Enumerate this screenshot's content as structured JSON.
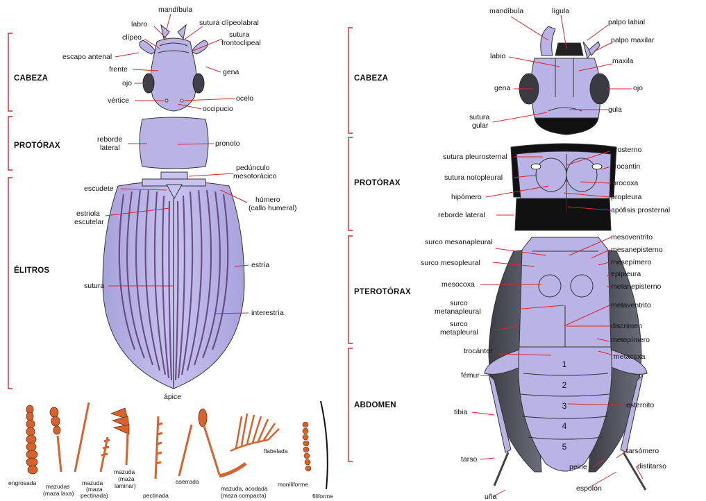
{
  "left": {
    "sections": {
      "cabeza": "CABEZA",
      "protorax": "PROTÓRAX",
      "elitros": "ÉLITROS"
    },
    "labels": {
      "mandibula": "mandíbula",
      "labro": "labro",
      "sutura_clipeolabral": "sutura clípeolabral",
      "clipeo": "clípeo",
      "sutura_frontoclipeal_1": "sutura",
      "sutura_frontoclipeal_2": "frontoclipeal",
      "escapo_antenal": "escapo antenal",
      "frente": "frente",
      "gena": "gena",
      "ojo": "ojo",
      "ocelo": "ocelo",
      "vertice": "vértice",
      "occipucio": "occipucio",
      "reborde_1": "reborde",
      "reborde_2": "lateral",
      "pronoto": "pronoto",
      "pedunculo_1": "pedúnculo",
      "pedunculo_2": "mesotorácico",
      "escudete": "escudete",
      "humero_1": "húmero",
      "humero_2": "(callo humeral)",
      "estriola_1": "estriola",
      "estriola_2": "escutelar",
      "estria": "estría",
      "sutura": "sutura",
      "interestria": "interestría",
      "apice": "ápice"
    }
  },
  "antennae": {
    "labels": {
      "engrosada": "engrosada",
      "mazudas_1": "mazudas",
      "mazudas_2": "(maza laxa)",
      "maza_pect_1": "mazuda",
      "maza_pect_2": "(maza",
      "maza_pect_3": "pectinada)",
      "maza_lam_1": "mazuda",
      "maza_lam_2": "(maza",
      "maza_lam_3": "laminar)",
      "pectinada": "pectinada",
      "aserrada": "aserrada",
      "acodada_1": "mazuda, acodada",
      "acodada_2": "(maza compacta)",
      "flabelada": "flabelada",
      "moniliforme": "moniliforme",
      "filiforme": "filiforme"
    }
  },
  "right": {
    "sections": {
      "cabeza": "CABEZA",
      "protorax": "PROTÓRAX",
      "pterotorax": "PTEROTÓRAX",
      "abdomen": "ABDOMEN"
    },
    "labels": {
      "mandibula": "mandíbula",
      "ligula": "lígula",
      "palpo_labial": "palpo labial",
      "palpo_maxilar": "palpo maxilar",
      "labio": "labio",
      "maxila": "maxila",
      "gena": "gena",
      "ojo": "ojo",
      "sutura_gular_1": "sutura",
      "sutura_gular_2": "gular",
      "gula": "gula",
      "sutura_pleurosternal": "sutura pleurosternal",
      "prosterno": "prosterno",
      "sutura_notopleural": "sutura notopleural",
      "trocantin": "trocantin",
      "hipomero": "hipómero",
      "procoxa": "procoxa",
      "propleura": "propleura",
      "reborde_lateral": "reborde lateral",
      "apofisis": "apófisis prosternal",
      "surco_mesanapleural": "surco mesanapleural",
      "mesoventrito": "mesoventrito",
      "mesanepisterno": "mesanepisterno",
      "surco_mesopleural": "surco mesopleural",
      "mesepimero": "mesepímero",
      "epipleura": "epipleura",
      "mesocoxa": "mesocoxa",
      "metanepisterno": "metanepisterno",
      "surco_metanapleural_1": "surco",
      "surco_metanapleural_2": "metanapleural",
      "metaventrito": "metaventrito",
      "surco_metapleural_1": "surco",
      "surco_metapleural_2": "metapleural",
      "discrimen": "discrimen",
      "metepimero": "metepímero",
      "trocanter": "trocánter",
      "metacoxa": "metacoxa",
      "femur": "fémur",
      "tibia": "tibia",
      "esternito": "esternito",
      "tarso": "tarso",
      "peine": "peine",
      "tarsomero": "tarsómero",
      "distitarso": "distitarso",
      "espolon": "espolón",
      "una": "uña",
      "sternites": [
        "1",
        "2",
        "3",
        "4",
        "5"
      ]
    }
  },
  "colors": {
    "body_fill": "#b9b3e6",
    "body_dark": "#5a5080",
    "leader": "#d8262a",
    "antenna": "#d9622b",
    "black": "#111111"
  }
}
